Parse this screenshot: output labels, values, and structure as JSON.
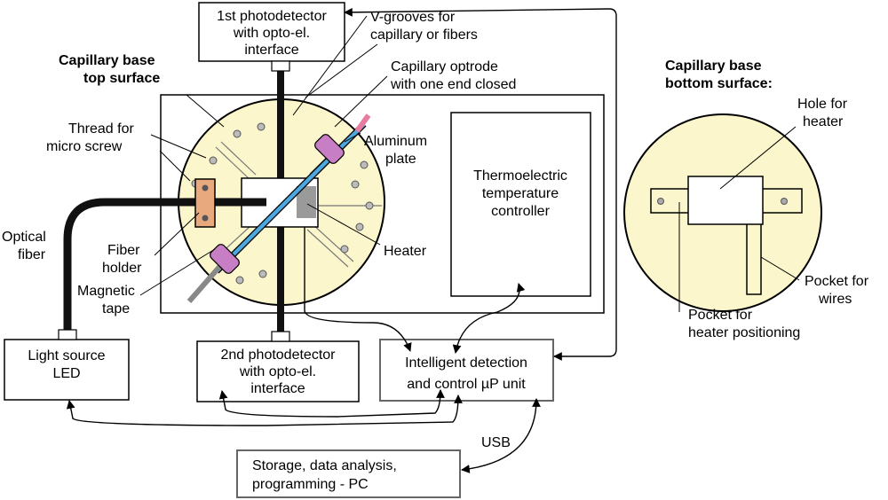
{
  "labels": {
    "pd1_l1": "1st photodetector",
    "pd1_l2": "with opto-el.",
    "pd1_l3": "interface",
    "vg_l1": "V-grooves for",
    "vg_l2": "capillary or fibers",
    "top_l1": "Capillary base",
    "top_l2": "top surface",
    "opt_l1": "Capillary optrode",
    "opt_l2": "with one end closed",
    "bot_l1": "Capillary base",
    "bot_l2": "bottom surface:",
    "thr_l1": "Thread for",
    "thr_l2": "micro  screw",
    "alu_l1": "Aluminum",
    "alu_l2": "plate",
    "tc_l1": "Thermoelectric",
    "tc_l2": "temperature",
    "tc_l3": "controller",
    "hole_l1": "Hole for",
    "hole_l2": "heater",
    "of_l1": "Optical",
    "of_l2": "fiber",
    "fh_l1": "Fiber",
    "fh_l2": "holder",
    "heater": "Heater",
    "mt_l1": "Magnetic",
    "mt_l2": "tape",
    "pw_l1": "Pocket for",
    "pw_l2": "wires",
    "ph_l1": "Pocket for",
    "ph_l2": "heater positioning",
    "ls_l1": "Light source",
    "ls_l2": "LED",
    "pd2_l1": "2nd photodetector",
    "pd2_l2": "with opto-el.",
    "pd2_l3": "interface",
    "cu_l1": "Intelligent detection",
    "cu_l2": "and control ",
    "cu_mu": "µ",
    "cu_l3": "P unit",
    "usb": "USB",
    "pc_l1": "Storage, data analysis,",
    "pc_l2": "programming - PC"
  },
  "colors": {
    "disc_fill": "#fbf6cb",
    "holder_fill": "#e9a97f",
    "clamp_fill": "#c77ec4",
    "optrode_fill": "#4ea8e0",
    "optrode_tip": "#e87ca0",
    "heater_fill": "#9a9a9a",
    "box_stroke": "#666666"
  }
}
